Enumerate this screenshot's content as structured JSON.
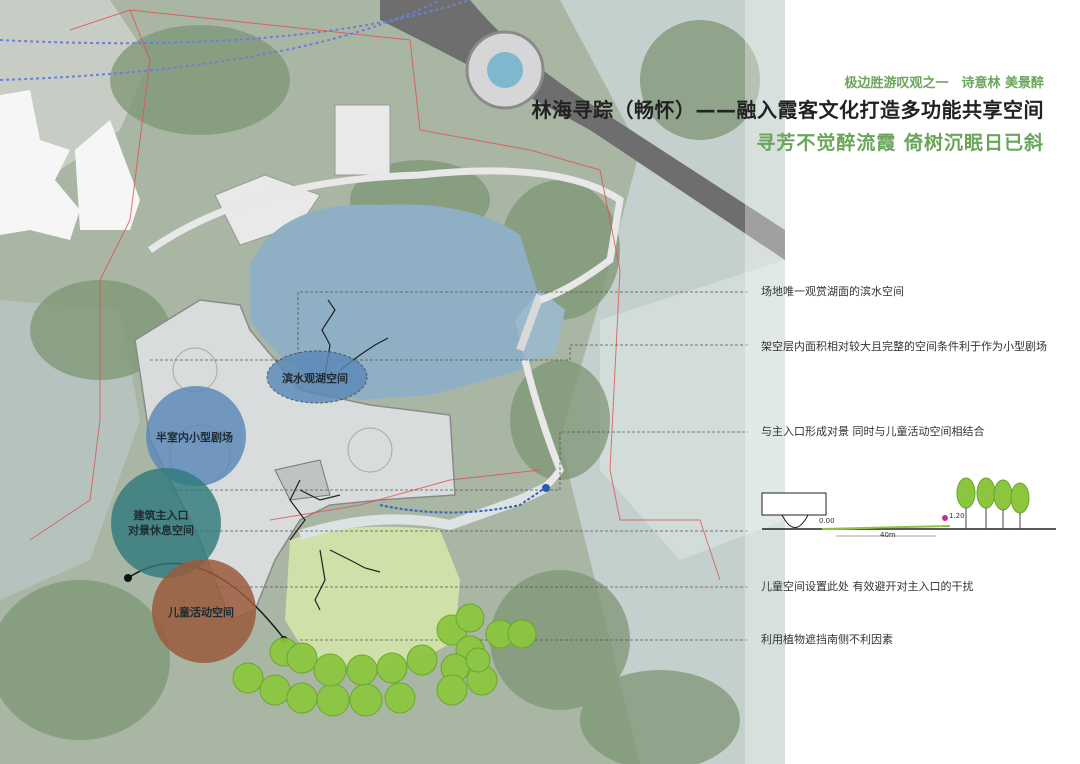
{
  "header": {
    "subtitle": "极边胜游叹观之一　诗意林 美景醉",
    "title": "林海寻踪（畅怀）——融入霞客文化打造多功能共享空间",
    "tagline": "寻芳不觉醉流霞 倚树沉眠日已斜"
  },
  "zones": {
    "lakeside": "滨水观湖空间",
    "theater": "半室内小型剧场",
    "entrance_line1": "建筑主入口",
    "entrance_line2": "对景休息空间",
    "children": "儿童活动空间"
  },
  "annotations": [
    "场地唯一观赏湖面的滨水空间",
    "架空层内面积相对较大且完整的空间条件利于作为小型剧场",
    "与主入口形成对景 同时与儿童活动空间相结合",
    "儿童空间设置此处 有效避开对主入口的干扰",
    "利用植物遮挡南侧不利因素"
  ],
  "section": {
    "left_elevation": "0.00",
    "right_elevation": "1.20",
    "distance": "40m"
  },
  "colors": {
    "accent_green": "#6aa55a",
    "lake": "#8fb0c4",
    "zone_blue": "#5a88b8",
    "zone_teal": "#2f7a7c",
    "zone_brown": "#9a5a3c",
    "tree_green": "#8cc63f"
  }
}
